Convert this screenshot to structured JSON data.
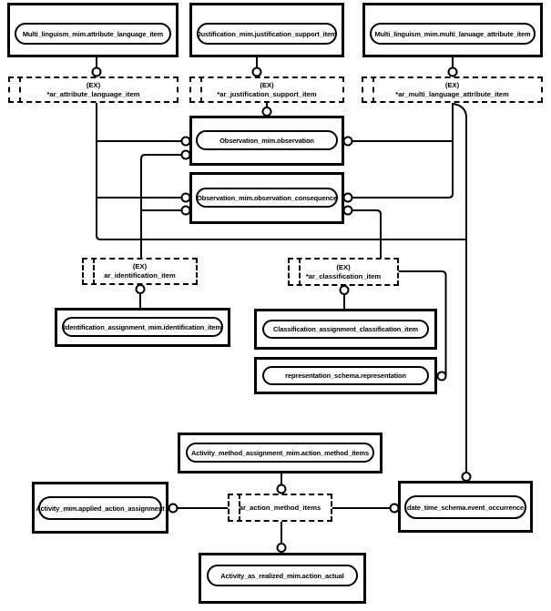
{
  "diagram_type": "EXPRESS-G schema diagram",
  "colors": {
    "line": "#000000",
    "background": "#ffffff"
  },
  "ex_label": "(EX)",
  "nodes": {
    "attribute_language_item": "Multi_linguism_mim.attribute_language_item",
    "justification_support_item": "Justification_mim.justification_support_item",
    "multi_language_attribute_item": "Multi_linguism_mim.multi_lanuage_attribute_item",
    "observation": "Observation_mim.observation",
    "observation_consequence": "Observation_mim.observation_consequence",
    "identification_item": "Identification_assignment_mim.identification_item",
    "classification_item": "Classification_assignment_classification_item",
    "representation": "representation_schema.representation",
    "action_method_items": "Activity_method_assignment_mim.action_method_items",
    "applied_action_assignment": "Activity_mim.applied_action_assignment",
    "event_occurrence": "date_time_schema.event_occurrence",
    "action_actual": "Activity_as_realized_mim.action_actual"
  },
  "select_boxes": {
    "ar_attribute_language_item": "*ar_attribute_language_item",
    "ar_justification_support_item": "*ar_justification_support_item",
    "ar_multi_language_attribute_item": "*ar_multi_language_attribute_item",
    "ar_identification_item": "ar_identification_item",
    "ar_classification_item": "*ar_classification_item",
    "ar_action_method_items": "ar_action_method_items"
  }
}
